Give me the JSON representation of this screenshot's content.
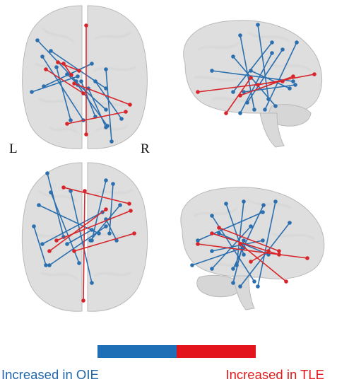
{
  "hemisphere_labels": {
    "left": "L",
    "right": "R"
  },
  "legend": {
    "oie": {
      "label": "Increased in OIE",
      "color": "#2166a8"
    },
    "tle": {
      "label": "Increased in TLE",
      "color": "#e31a1c"
    }
  },
  "colors": {
    "brain_fill": "#dedede",
    "brain_edge": "#b9b9b9",
    "oie_edge": "#2b6fae",
    "tle_edge": "#d7262b",
    "oie_bar": "#1f6fb7",
    "tle_bar": "#e3141c"
  },
  "views": [
    {
      "name": "axial-top",
      "kind": "axial"
    },
    {
      "name": "sagittal-top",
      "kind": "sagittal"
    },
    {
      "name": "axial-bottom",
      "kind": "axial"
    },
    {
      "name": "sagittal-bottom",
      "kind": "sagittal"
    }
  ]
}
